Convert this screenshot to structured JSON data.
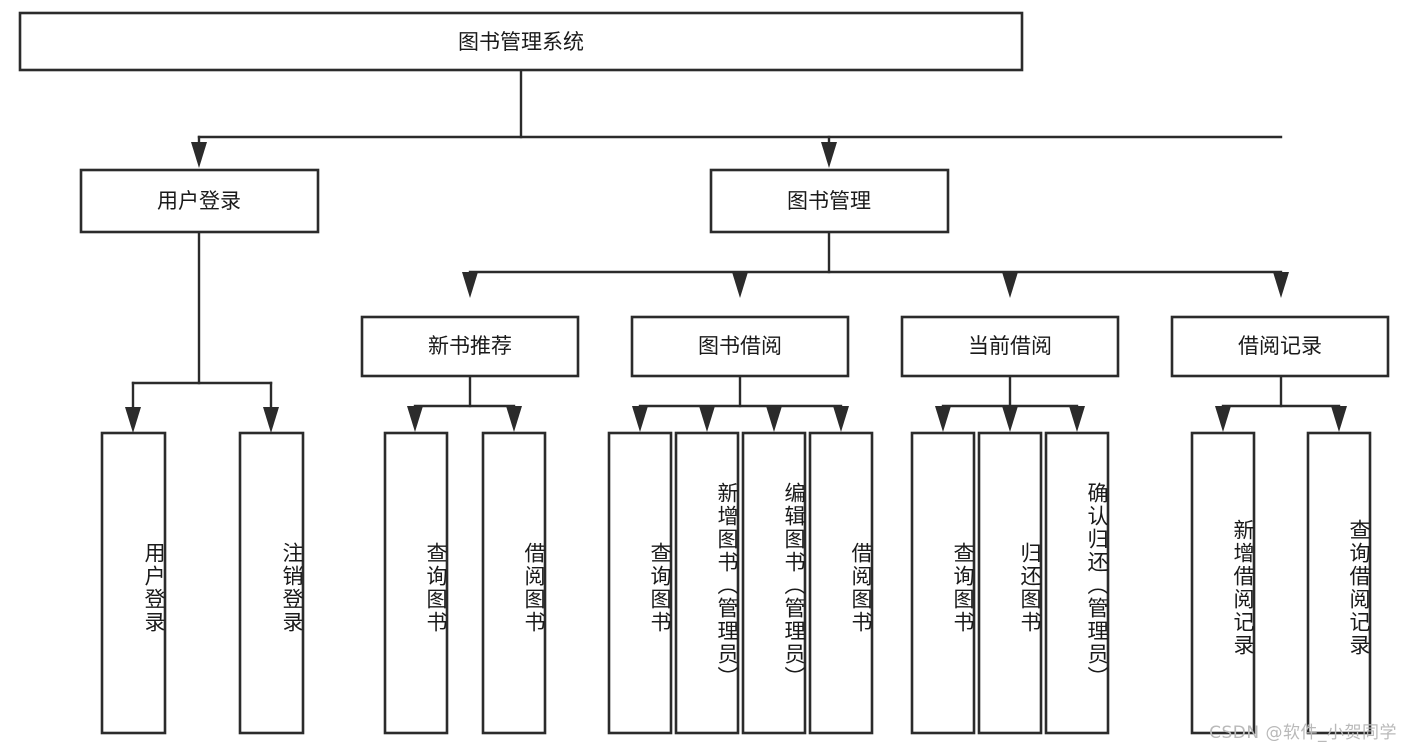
{
  "diagram": {
    "title": "图书管理系统",
    "watermark": "CSDN @软件_小贺同学",
    "type": "tree",
    "orientation": "top-down",
    "colors": {
      "background": "#ffffff",
      "stroke": "#2b2b2b",
      "box_fill": "#ffffff",
      "text": "#1a1a1a",
      "watermark": "#b9b9b9"
    },
    "root": {
      "id": "root",
      "label": "图书管理系统"
    },
    "level2": [
      {
        "id": "user-login",
        "label": "用户登录"
      },
      {
        "id": "book-manage",
        "label": "图书管理"
      }
    ],
    "level3": [
      {
        "id": "new-book-recommend",
        "label": "新书推荐",
        "parent": "book-manage"
      },
      {
        "id": "book-borrow",
        "label": "图书借阅",
        "parent": "book-manage"
      },
      {
        "id": "current-borrow",
        "label": "当前借阅",
        "parent": "book-manage"
      },
      {
        "id": "borrow-record",
        "label": "借阅记录",
        "parent": "book-manage"
      }
    ],
    "leaves": [
      {
        "id": "leaf-user-login",
        "label": "用户登录",
        "parent": "user-login"
      },
      {
        "id": "leaf-logout-login",
        "label": "注销登录",
        "parent": "user-login"
      },
      {
        "id": "leaf-query-book-1",
        "label": "查询图书",
        "parent": "new-book-recommend"
      },
      {
        "id": "leaf-borrow-book-1",
        "label": "借阅图书",
        "parent": "new-book-recommend"
      },
      {
        "id": "leaf-query-book-2",
        "label": "查询图书",
        "parent": "book-borrow"
      },
      {
        "id": "leaf-add-book",
        "label": "新增图书（管理员）",
        "parent": "book-borrow"
      },
      {
        "id": "leaf-edit-book",
        "label": "编辑图书（管理员）",
        "parent": "book-borrow"
      },
      {
        "id": "leaf-borrow-book-2",
        "label": "借阅图书",
        "parent": "book-borrow"
      },
      {
        "id": "leaf-query-book-3",
        "label": "查询图书",
        "parent": "current-borrow"
      },
      {
        "id": "leaf-return-book",
        "label": "归还图书",
        "parent": "current-borrow"
      },
      {
        "id": "leaf-confirm-return",
        "label": "确认归还（管理员）",
        "parent": "current-borrow"
      },
      {
        "id": "leaf-add-record",
        "label": "新增借阅记录",
        "parent": "borrow-record"
      },
      {
        "id": "leaf-query-record",
        "label": "查询借阅记录",
        "parent": "borrow-record"
      }
    ]
  }
}
